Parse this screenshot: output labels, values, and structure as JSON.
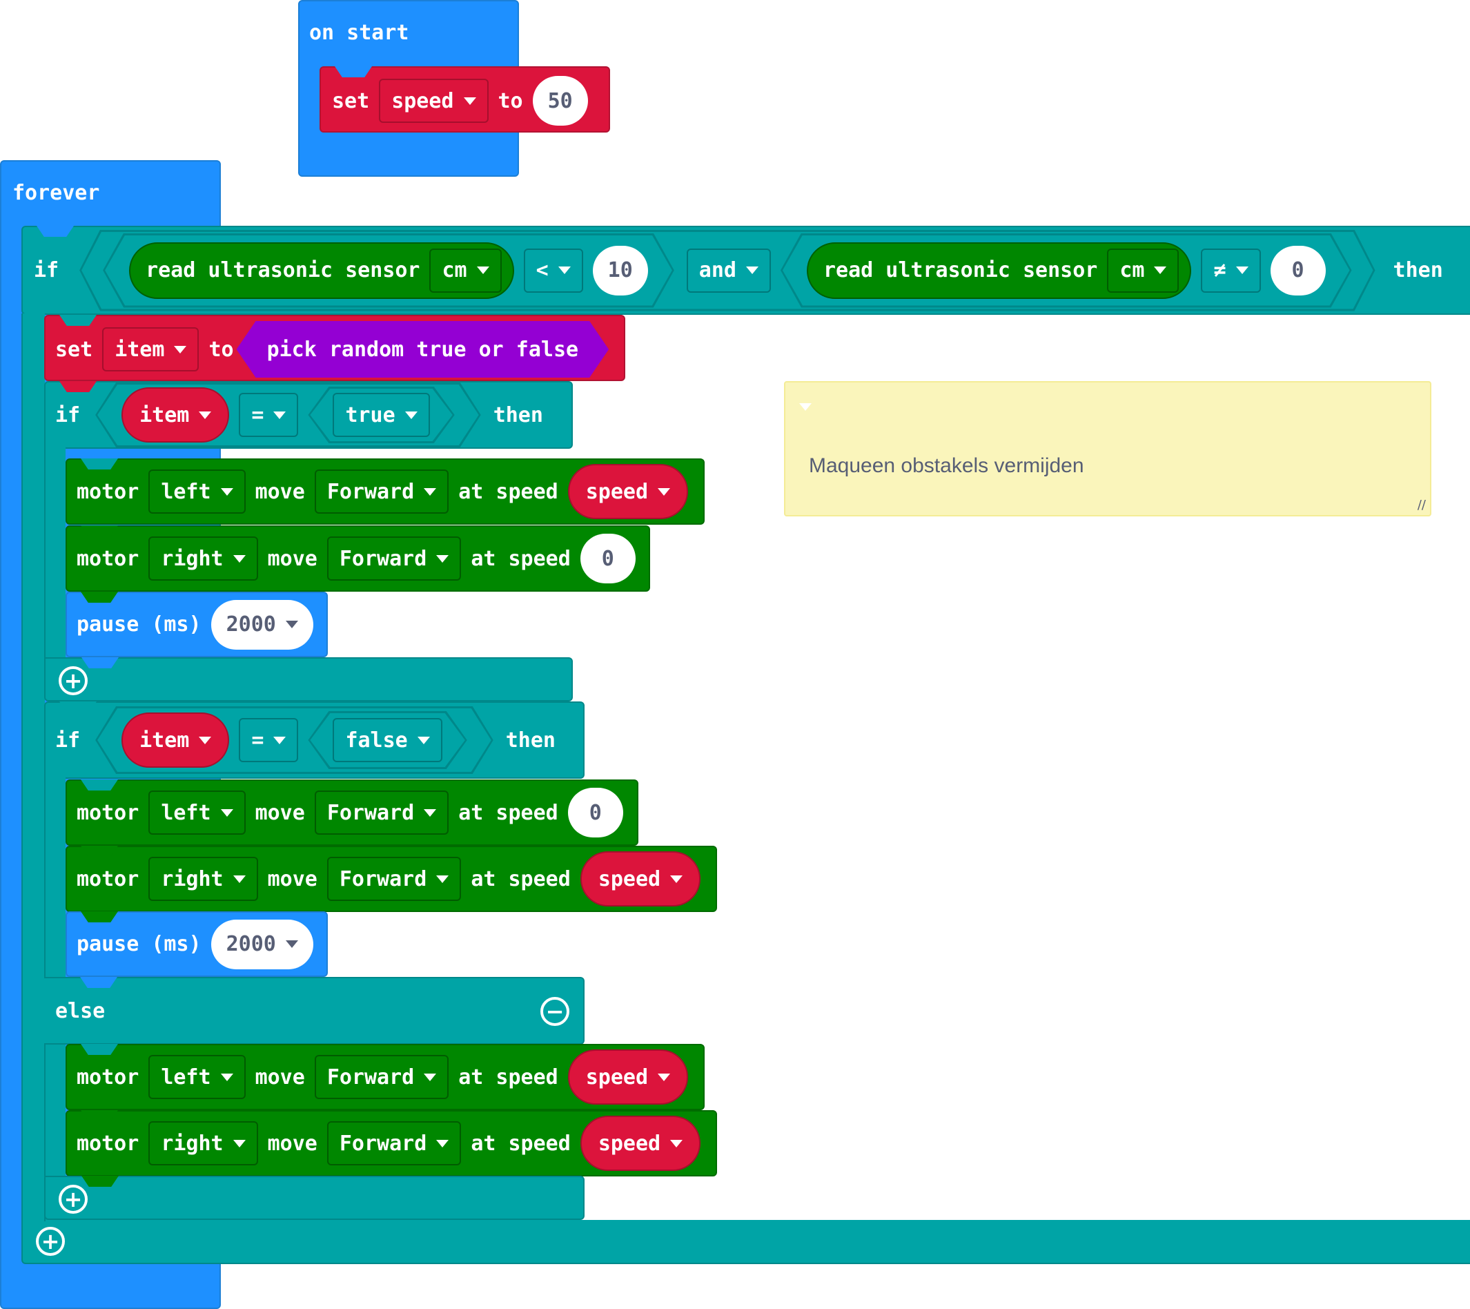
{
  "colors": {
    "events_blue": "#1e90ff",
    "variables_red": "#dc143c",
    "logic_teal": "#00a4a6",
    "maqueen_green": "#008700",
    "math_purple": "#9400d3",
    "comment_yellow": "#faf5bb"
  },
  "on_start": {
    "label": "on start",
    "set_block": {
      "set_label": "set",
      "variable": "speed",
      "to_label": "to",
      "value": "50"
    }
  },
  "forever": {
    "label": "forever",
    "outer_if": {
      "if_label": "if",
      "then_label": "then",
      "left": {
        "sensor_label": "read ultrasonic sensor",
        "unit": "cm",
        "operator": "<",
        "value": "10"
      },
      "logic_op": "and",
      "right": {
        "sensor_label": "read ultrasonic sensor",
        "unit": "cm",
        "operator": "≠",
        "value": "0"
      },
      "set_item": {
        "set_label": "set",
        "variable": "item",
        "to_label": "to",
        "value_label": "pick random true or false"
      },
      "if_true": {
        "if_label": "if",
        "variable": "item",
        "operator": "=",
        "compare": "true",
        "then_label": "then",
        "motors": [
          {
            "motor_label": "motor",
            "side": "left",
            "move_label": "move",
            "direction": "Forward",
            "at_speed_label": "at speed",
            "speed": "speed",
            "speed_is_variable": true
          },
          {
            "motor_label": "motor",
            "side": "right",
            "move_label": "move",
            "direction": "Forward",
            "at_speed_label": "at speed",
            "speed": "0",
            "speed_is_variable": false
          }
        ],
        "pause": {
          "label": "pause (ms)",
          "value": "2000"
        }
      },
      "if_false": {
        "if_label": "if",
        "variable": "item",
        "operator": "=",
        "compare": "false",
        "then_label": "then",
        "motors": [
          {
            "motor_label": "motor",
            "side": "left",
            "move_label": "move",
            "direction": "Forward",
            "at_speed_label": "at speed",
            "speed": "0",
            "speed_is_variable": false
          },
          {
            "motor_label": "motor",
            "side": "right",
            "move_label": "move",
            "direction": "Forward",
            "at_speed_label": "at speed",
            "speed": "speed",
            "speed_is_variable": true
          }
        ],
        "pause": {
          "label": "pause (ms)",
          "value": "2000"
        },
        "else_label": "else",
        "else_motors": [
          {
            "motor_label": "motor",
            "side": "left",
            "move_label": "move",
            "direction": "Forward",
            "at_speed_label": "at speed",
            "speed": "speed",
            "speed_is_variable": true
          },
          {
            "motor_label": "motor",
            "side": "right",
            "move_label": "move",
            "direction": "Forward",
            "at_speed_label": "at speed",
            "speed": "speed",
            "speed_is_variable": true
          }
        ]
      }
    }
  },
  "comment": {
    "text": "Maqueen obstakels vermijden"
  },
  "icons": {
    "add": "plus-circle-icon",
    "remove": "minus-circle-icon",
    "dropdown": "caret-down-icon"
  }
}
